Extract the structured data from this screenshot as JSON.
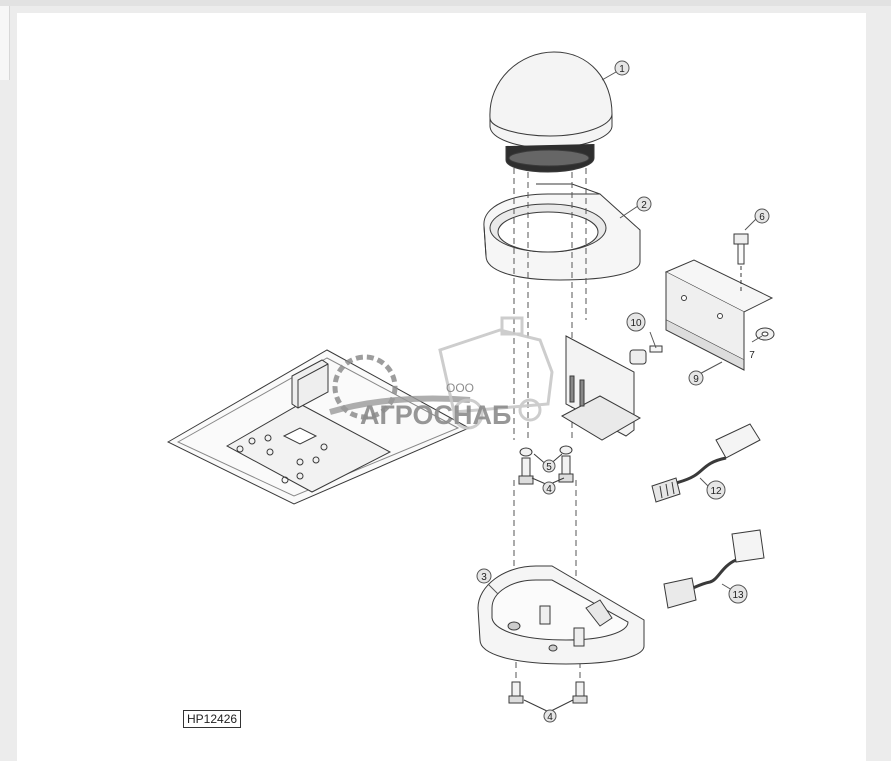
{
  "figure_id": "HP12426",
  "watermark": {
    "prefix": "ООО",
    "name": "АГРОСНАБ"
  },
  "callouts": {
    "c1": "1",
    "c2": "2",
    "c3": "3",
    "c4a": "4",
    "c4b": "4",
    "c5": "5",
    "c6": "6",
    "c7": "7",
    "c9": "9",
    "c10": "10",
    "c12": "12",
    "c13": "13"
  },
  "colors": {
    "line": "#3a3a3a",
    "shade": "#d6d6d6",
    "watermark_gray": "#8c8c8c",
    "callout_fill": "#e6e6e6"
  }
}
